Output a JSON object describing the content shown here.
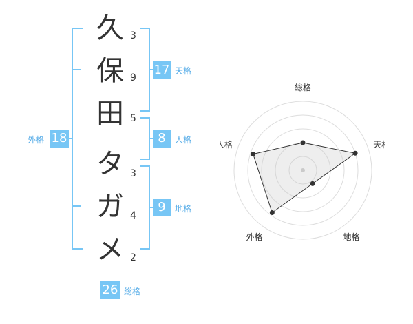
{
  "name": {
    "chars": [
      "久",
      "保",
      "田",
      "タ",
      "ガ",
      "メ"
    ],
    "strokes": [
      "3",
      "9",
      "5",
      "3",
      "4",
      "2"
    ]
  },
  "kaku": {
    "tenkaku": {
      "value": "17",
      "label": "天格"
    },
    "jinkaku": {
      "value": "8",
      "label": "人格"
    },
    "chikaku": {
      "value": "9",
      "label": "地格"
    },
    "gaikaku": {
      "value": "18",
      "label": "外格"
    },
    "soukaku": {
      "value": "26",
      "label": "総格"
    }
  },
  "colors": {
    "accent": "#77c6f5",
    "label": "#5aaee8"
  },
  "chart_data": {
    "type": "radar",
    "axes": [
      "総格",
      "天格",
      "地格",
      "外格",
      "人格"
    ],
    "values": [
      2.0,
      4.0,
      1.2,
      3.8,
      3.8
    ],
    "range": [
      0,
      5
    ],
    "rings": 5,
    "grid": true
  }
}
